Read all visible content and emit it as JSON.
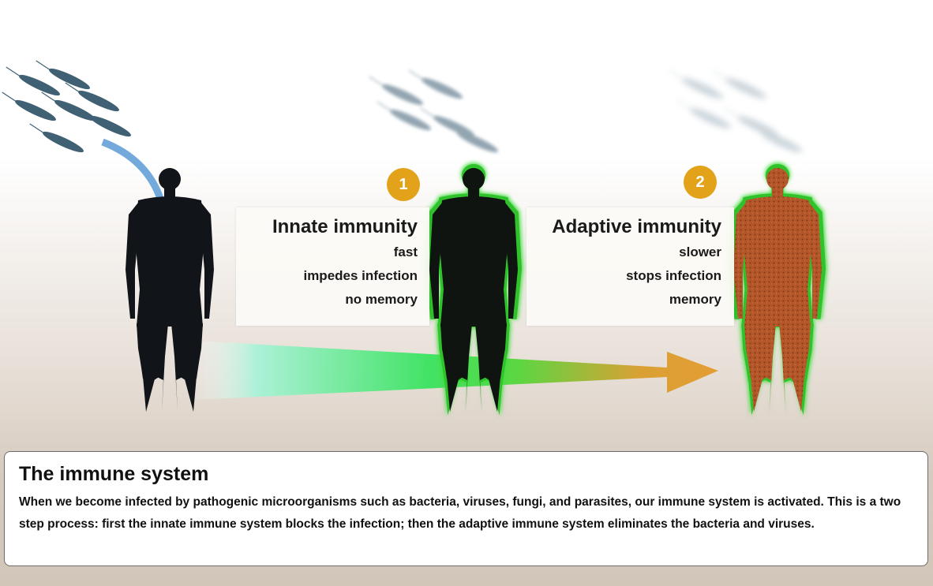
{
  "colors": {
    "badge": "#e2a21a",
    "glow_green": "#3ddc3a",
    "arrow_start": "#8ff0c8",
    "arrow_mid": "#33e25a",
    "arrow_end": "#e39a2a",
    "silhouette": "#111418",
    "infected_tissue": "#b6582a",
    "pathogen_arrow": "#5b9bd5",
    "bacteria": "#2c4f66"
  },
  "stage_1": {
    "badge": "1",
    "title": "Innate immunity",
    "traits": [
      "fast",
      "impedes infection",
      "no memory"
    ]
  },
  "stage_2": {
    "badge": "2",
    "title": "Adaptive immunity",
    "traits": [
      "slower",
      "stops infection",
      "memory"
    ]
  },
  "info_panel": {
    "title": "The immune system",
    "body": "When we become infected by pathogenic microorganisms such as bacteria, viruses, fungi, and parasites, our immune system is activated. This is a two step process: first the innate immune system blocks the infection; then the adaptive immune system eliminates the bacteria and viruses."
  }
}
